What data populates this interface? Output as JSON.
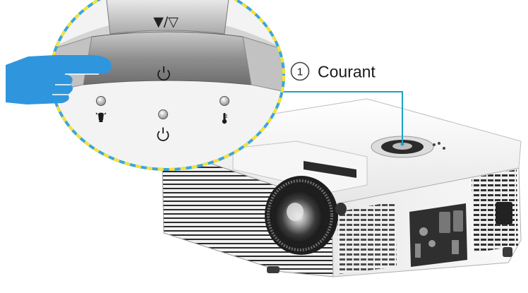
{
  "callout": {
    "number": "1",
    "label": "Courant"
  },
  "keypad": {
    "top_button_symbol": "▼/▽",
    "power_button": "power-icon"
  },
  "indicators": [
    {
      "name": "lamp-led",
      "icon": "lamp-icon"
    },
    {
      "name": "power-led",
      "icon": "power-icon"
    },
    {
      "name": "temp-led",
      "icon": "thermometer-icon"
    }
  ],
  "colors": {
    "callout_line": "#1aa3c8",
    "zoom_outline_blue": "#3aa6d9",
    "zoom_outline_yellow": "#f2e23a",
    "hand": "#2f96dd",
    "projector_body": "#f4f4f4",
    "projector_dark": "#2a2a2a"
  }
}
